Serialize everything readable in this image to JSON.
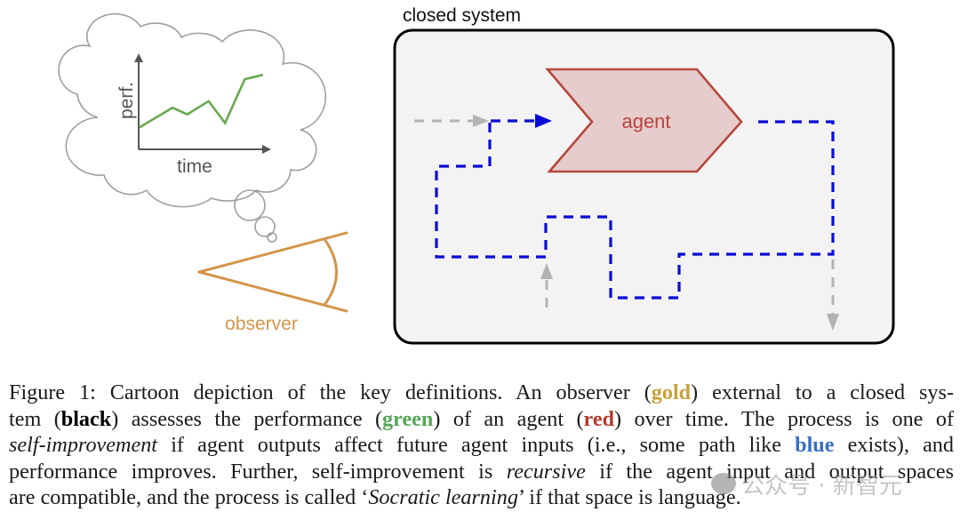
{
  "figure": {
    "thought_chart": {
      "ylabel": "perf.",
      "xlabel": "time",
      "line_color": "#6aa84f",
      "axis_color": "#555555"
    },
    "observer": {
      "label": "observer",
      "color": "#d4954a"
    },
    "closed_system": {
      "label": "closed system",
      "fill": "#f3f3f3",
      "stroke": "#000000"
    },
    "agent": {
      "label": "agent",
      "fill": "#e6cccc",
      "stroke": "#b7463c",
      "text_color": "#b7463c"
    },
    "paths": {
      "blue_color": "#0a0ad8",
      "gray_color": "#b3b3b3"
    }
  },
  "chart_data": {
    "type": "line",
    "title": "",
    "xlabel": "time",
    "ylabel": "perf.",
    "x": [
      0,
      1,
      1.45,
      2.1,
      2.6,
      3.2,
      3.75
    ],
    "series": [
      {
        "name": "performance",
        "color": "#6aa84f",
        "values": [
          1.0,
          1.9,
          1.6,
          2.2,
          1.2,
          3.2,
          3.4
        ]
      }
    ],
    "xlim": [
      0,
      4
    ],
    "ylim": [
      0,
      4.3
    ],
    "grid": false,
    "ticks": "none"
  },
  "caption": {
    "lines": [
      [
        {
          "t": "Figure 1: Cartoon depiction of the key definitions. An observer (",
          "s": ""
        },
        {
          "t": "gold",
          "s": "kw",
          "c": "#c9a13b"
        },
        {
          "t": ") external to a closed sys-",
          "s": ""
        }
      ],
      [
        {
          "t": "tem (",
          "s": ""
        },
        {
          "t": "black",
          "s": "kw",
          "c": "#000000"
        },
        {
          "t": ") assesses the performance (",
          "s": ""
        },
        {
          "t": "green",
          "s": "kw",
          "c": "#56a55a"
        },
        {
          "t": ") of an agent (",
          "s": ""
        },
        {
          "t": "red",
          "s": "kw",
          "c": "#b73a2f"
        },
        {
          "t": ") over time.  The process is one of",
          "s": ""
        }
      ],
      [
        {
          "t": "self-improvement",
          "s": "it"
        },
        {
          "t": " if agent outputs affect future agent inputs (i.e., some path like ",
          "s": ""
        },
        {
          "t": "blue",
          "s": "kw",
          "c": "#3a6fc4"
        },
        {
          "t": " exists), and",
          "s": ""
        }
      ],
      [
        {
          "t": "performance improves. Further, self-improvement is ",
          "s": ""
        },
        {
          "t": "recursive",
          "s": "it"
        },
        {
          "t": " if the agent input and output spaces",
          "s": ""
        }
      ],
      [
        {
          "t": "are compatible, and the process is called ‘",
          "s": ""
        },
        {
          "t": "Socratic learning",
          "s": "it"
        },
        {
          "t": "’ if that space is language.",
          "s": ""
        }
      ]
    ]
  },
  "watermark": {
    "text": "公众号 · 新智元"
  }
}
